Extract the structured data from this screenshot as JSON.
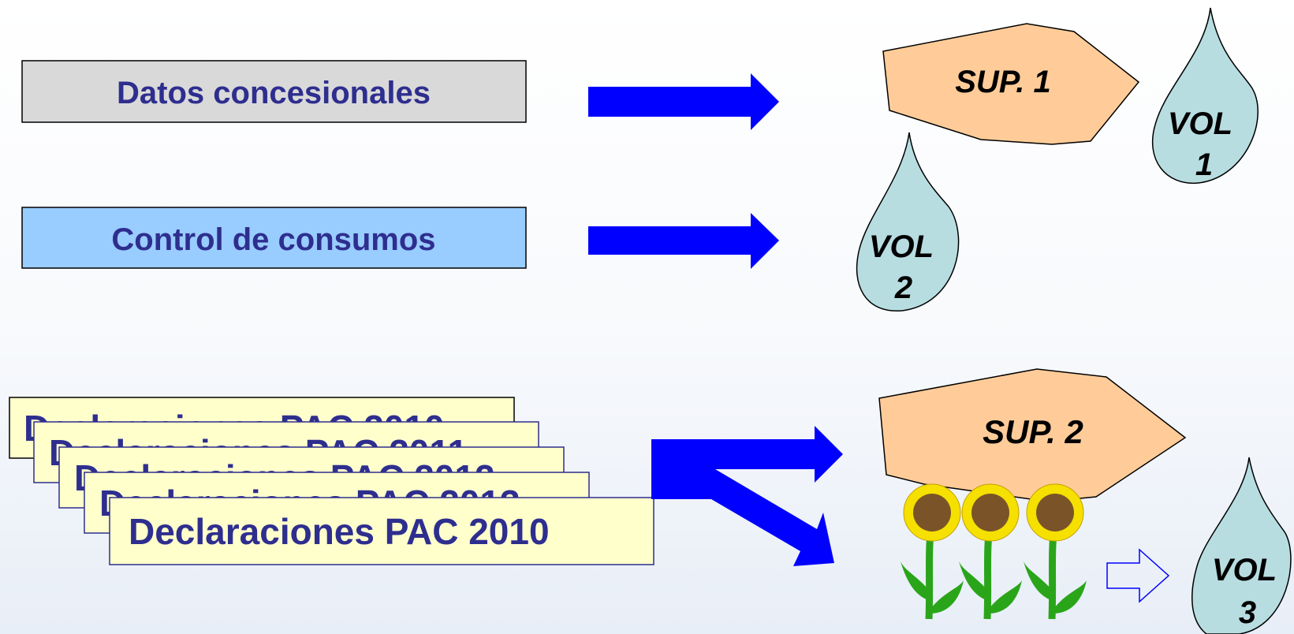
{
  "boxes": {
    "concession": {
      "label": "Datos concesionales",
      "color": "#d9d9d9"
    },
    "consumption": {
      "label": "Control de consumos",
      "color": "#99ccff"
    }
  },
  "declarations": {
    "labels": [
      "Declaraciones PAC 2010",
      "Declaraciones PAC 2011",
      "Declaraciones PAC 2012",
      "Declaraciones PAC 2013",
      "Declaraciones PAC 2010"
    ],
    "color": "#ffffcc"
  },
  "surfaces": {
    "sup1": {
      "label": "SUP. 1",
      "color": "#ffcc99"
    },
    "sup2": {
      "label": "SUP. 2",
      "color": "#ffcc99"
    }
  },
  "drops": {
    "vol1": {
      "line1": "VOL",
      "line2": "1"
    },
    "vol2": {
      "line1": "VOL",
      "line2": "2"
    },
    "vol3": {
      "line1": "VOL",
      "line2": "3"
    },
    "color": "#b7dde1"
  },
  "colors": {
    "arrow": "#0000ff",
    "text": "#2e2e8f",
    "sunflower_petal": "#f5e000",
    "sunflower_center": "#7a5428",
    "leaf": "#2aa51a"
  },
  "icons": [
    "arrow-right-icon",
    "sunflower-icon",
    "water-drop-icon",
    "outline-arrow-icon"
  ]
}
